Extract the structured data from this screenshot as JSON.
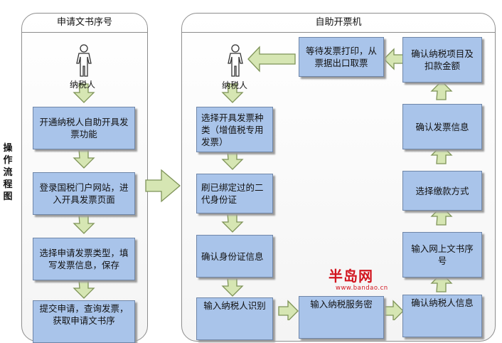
{
  "side_label": "操作流程图",
  "lanes": {
    "left": "申请文书序号",
    "right": "自助开票机"
  },
  "person_label": "纳税人",
  "boxes": {
    "l1": "开通纳税人自助开具发票功能",
    "l2": "登录国税门户网站，进入开具发票页面",
    "l3": "选择申请发票类型，填写发票信息，保存",
    "l4": "提交申请，查询发票，获取申请文书序",
    "r1": "选择开具发票种类（增值税专用发票）",
    "r2": "刷已绑定过的二代身份证",
    "r3": "确认身份证信息",
    "r4": "输入纳税人识别",
    "m1": "输入纳税服务密",
    "f1": "确认纳税人信息",
    "f2": "输入网上文书序号",
    "f3": "选择缴款方式",
    "f4": "确认发票信息",
    "f5": "确认纳税项目及扣款金额",
    "top": "等待发票打印，从票据出口取票"
  },
  "watermark": {
    "logo": "半岛网",
    "url": "www.bandao.cn"
  },
  "colors": {
    "box_fill": "#a9c4ea",
    "box_border": "#6f86a8",
    "arrow_fill": "#d6e6b3",
    "arrow_stroke": "#7e9357",
    "watermark": "#d2141e"
  }
}
